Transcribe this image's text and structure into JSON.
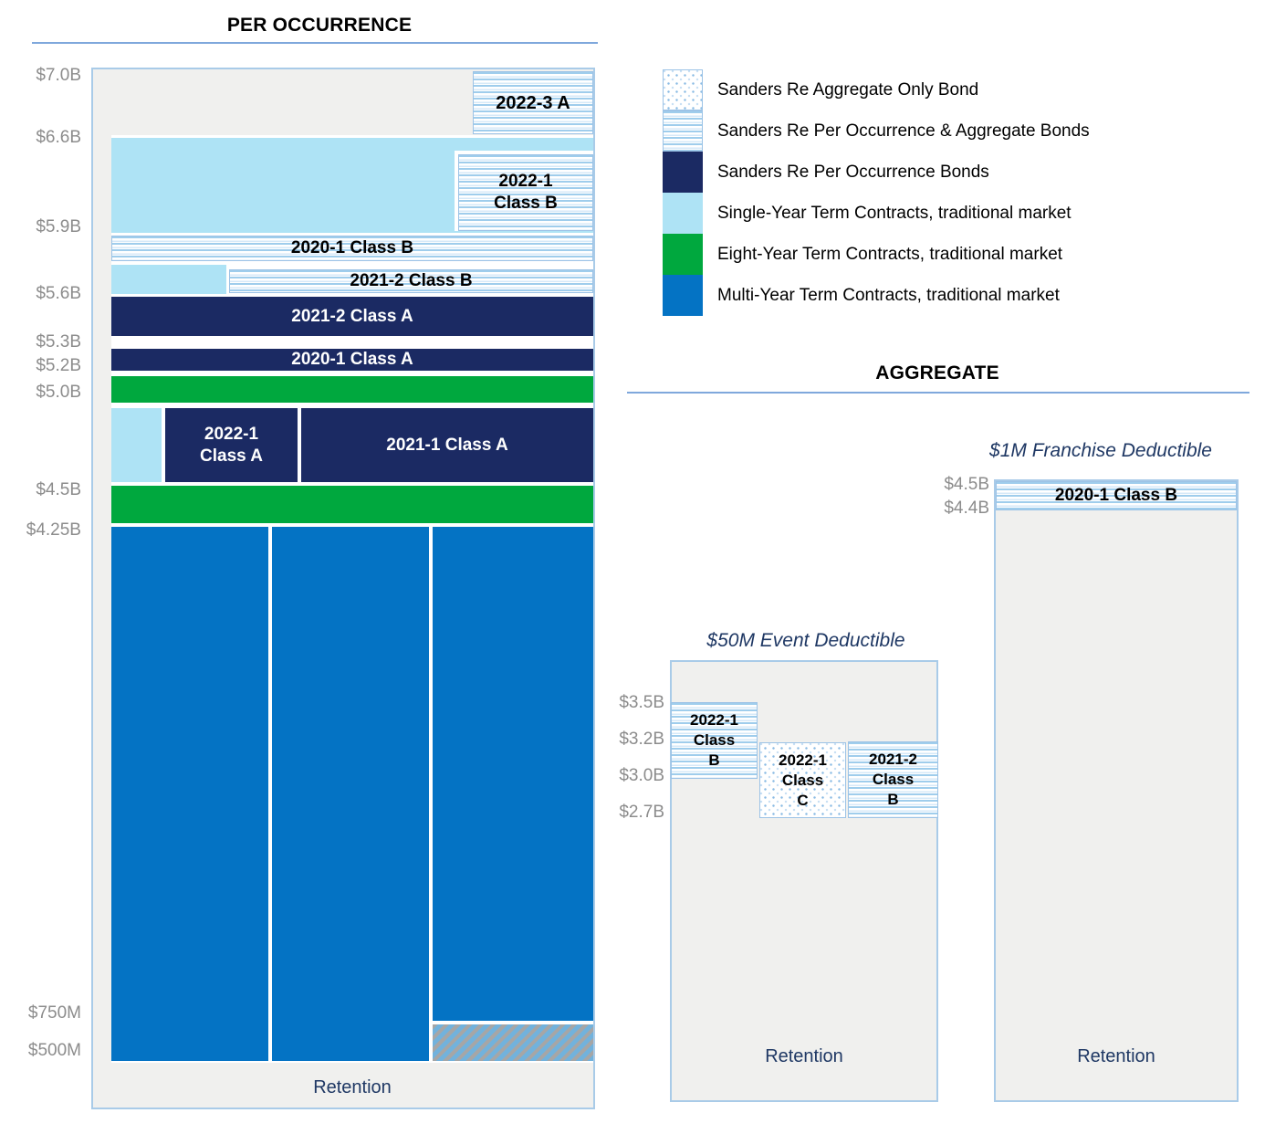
{
  "titles": {
    "per_occurrence": "PER OCCURRENCE",
    "aggregate": "AGGREGATE"
  },
  "colors": {
    "navy_bond": "#1b2a63",
    "green_eight_year": "#00a83e",
    "blue_multi_year": "#0473c4",
    "light_blue_single_year": "#aee3f5",
    "stripe_line": "#9fcdec",
    "pattern_border": "#9dc3e6",
    "chart_background": "#f0f0ee",
    "chart_border": "#a9cbe8",
    "tick_gray": "#8c8c8c",
    "retention_text": "#1f3864",
    "title_underline": "#7fa8dc"
  },
  "legend": {
    "items": [
      {
        "swatch": "dotted",
        "label": "Sanders Re Aggregate Only Bond"
      },
      {
        "swatch": "striped",
        "label": "Sanders Re Per Occurrence & Aggregate Bonds"
      },
      {
        "swatch": "navy",
        "label": "Sanders Re Per Occurrence Bonds"
      },
      {
        "swatch": "light-blue",
        "label": "Single-Year Term Contracts, traditional market"
      },
      {
        "swatch": "green",
        "label": "Eight-Year Term Contracts, traditional market"
      },
      {
        "swatch": "blue",
        "label": "Multi-Year Term Contracts, traditional market"
      }
    ]
  },
  "chart_data": [
    {
      "id": "per_occurrence_tower",
      "type": "stacked-tower",
      "title": "PER OCCURRENCE",
      "unit": "USD",
      "y_ticks": [
        {
          "text": "$7.0B",
          "value": 7.0
        },
        {
          "text": "$6.6B",
          "value": 6.6
        },
        {
          "text": "$5.9B",
          "value": 5.9
        },
        {
          "text": "$5.6B",
          "value": 5.6
        },
        {
          "text": "$5.3B",
          "value": 5.3
        },
        {
          "text": "$5.2B",
          "value": 5.2
        },
        {
          "text": "$5.0B",
          "value": 5.0
        },
        {
          "text": "$4.5B",
          "value": 4.5
        },
        {
          "text": "$4.25B",
          "value": 4.25
        },
        {
          "text": "$750M",
          "value": 0.75
        },
        {
          "text": "$500M",
          "value": 0.5
        }
      ],
      "layers": [
        {
          "label": "2022-3 A",
          "from": 6.6,
          "to": 7.0,
          "style": "per-occurrence-and-aggregate-bond",
          "extent": "right-partial"
        },
        {
          "label": "",
          "from": 5.9,
          "to": 6.6,
          "style": "single-year-traditional",
          "extent": "full"
        },
        {
          "lines": [
            "2022-1",
            "Class B"
          ],
          "from": 5.9,
          "to": 6.55,
          "style": "per-occurrence-and-aggregate-bond",
          "extent": "right-partial"
        },
        {
          "label": "2020-1 Class B",
          "from": 5.73,
          "to": 5.9,
          "style": "per-occurrence-and-aggregate-bond",
          "extent": "full"
        },
        {
          "label": "2021-2 Class B",
          "from": 5.6,
          "to": 5.73,
          "style": "per-occurrence-and-aggregate-bond",
          "extent": "right; left strip is single-year-traditional"
        },
        {
          "label": "2021-2 Class A",
          "from": 5.3,
          "to": 5.6,
          "style": "per-occurrence-bond",
          "extent": "full"
        },
        {
          "label": "2020-1 Class A",
          "from": 5.2,
          "to": 5.3,
          "style": "per-occurrence-bond",
          "extent": "full"
        },
        {
          "label": "",
          "from": 5.0,
          "to": 5.2,
          "style": "eight-year-traditional",
          "extent": "full"
        },
        {
          "lines": [
            "2022-1",
            "Class A"
          ],
          "from": 4.5,
          "to": 5.0,
          "style": "per-occurrence-bond",
          "extent": "middle column; single-year strip at far left"
        },
        {
          "label": "2021-1 Class A",
          "from": 4.5,
          "to": 5.0,
          "style": "per-occurrence-bond",
          "extent": "right column"
        },
        {
          "label": "",
          "from": 4.25,
          "to": 4.5,
          "style": "eight-year-traditional",
          "extent": "full"
        },
        {
          "label": "Retention",
          "from": 0.5,
          "to": 4.25,
          "style": "multi-year-traditional",
          "extent": "three columns"
        },
        {
          "label": "",
          "from": 0.5,
          "to": 0.75,
          "style": "hatched-multi-year",
          "extent": "right column below $750M"
        }
      ],
      "retention_label": "Retention"
    },
    {
      "id": "aggregate_event_deductible",
      "type": "stacked-tower",
      "title": "$50M Event Deductible",
      "unit": "USD",
      "y_ticks": [
        {
          "text": "$3.5B",
          "value": 3.5
        },
        {
          "text": "$3.2B",
          "value": 3.2
        },
        {
          "text": "$3.0B",
          "value": 3.0
        },
        {
          "text": "$2.7B",
          "value": 2.7
        }
      ],
      "layers": [
        {
          "lines": [
            "2022-1",
            "Class",
            "B"
          ],
          "from": 3.0,
          "to": 3.5,
          "style": "per-occurrence-and-aggregate-bond",
          "column": "left"
        },
        {
          "lines": [
            "2022-1",
            "Class",
            "C"
          ],
          "from": 2.7,
          "to": 3.2,
          "style": "aggregate-only-bond",
          "column": "middle"
        },
        {
          "lines": [
            "2021-2",
            "Class",
            "B"
          ],
          "from": 2.7,
          "to": 3.2,
          "style": "per-occurrence-and-aggregate-bond",
          "column": "right"
        }
      ],
      "retention_label": "Retention"
    },
    {
      "id": "aggregate_franchise_deductible",
      "type": "stacked-tower",
      "title": "$1M Franchise Deductible",
      "unit": "USD",
      "y_ticks": [
        {
          "text": "$4.5B",
          "value": 4.5
        },
        {
          "text": "$4.4B",
          "value": 4.4
        }
      ],
      "layers": [
        {
          "label": "2020-1 Class B",
          "from": 4.4,
          "to": 4.5,
          "style": "per-occurrence-and-aggregate-bond",
          "column": "full"
        }
      ],
      "retention_label": "Retention"
    }
  ]
}
